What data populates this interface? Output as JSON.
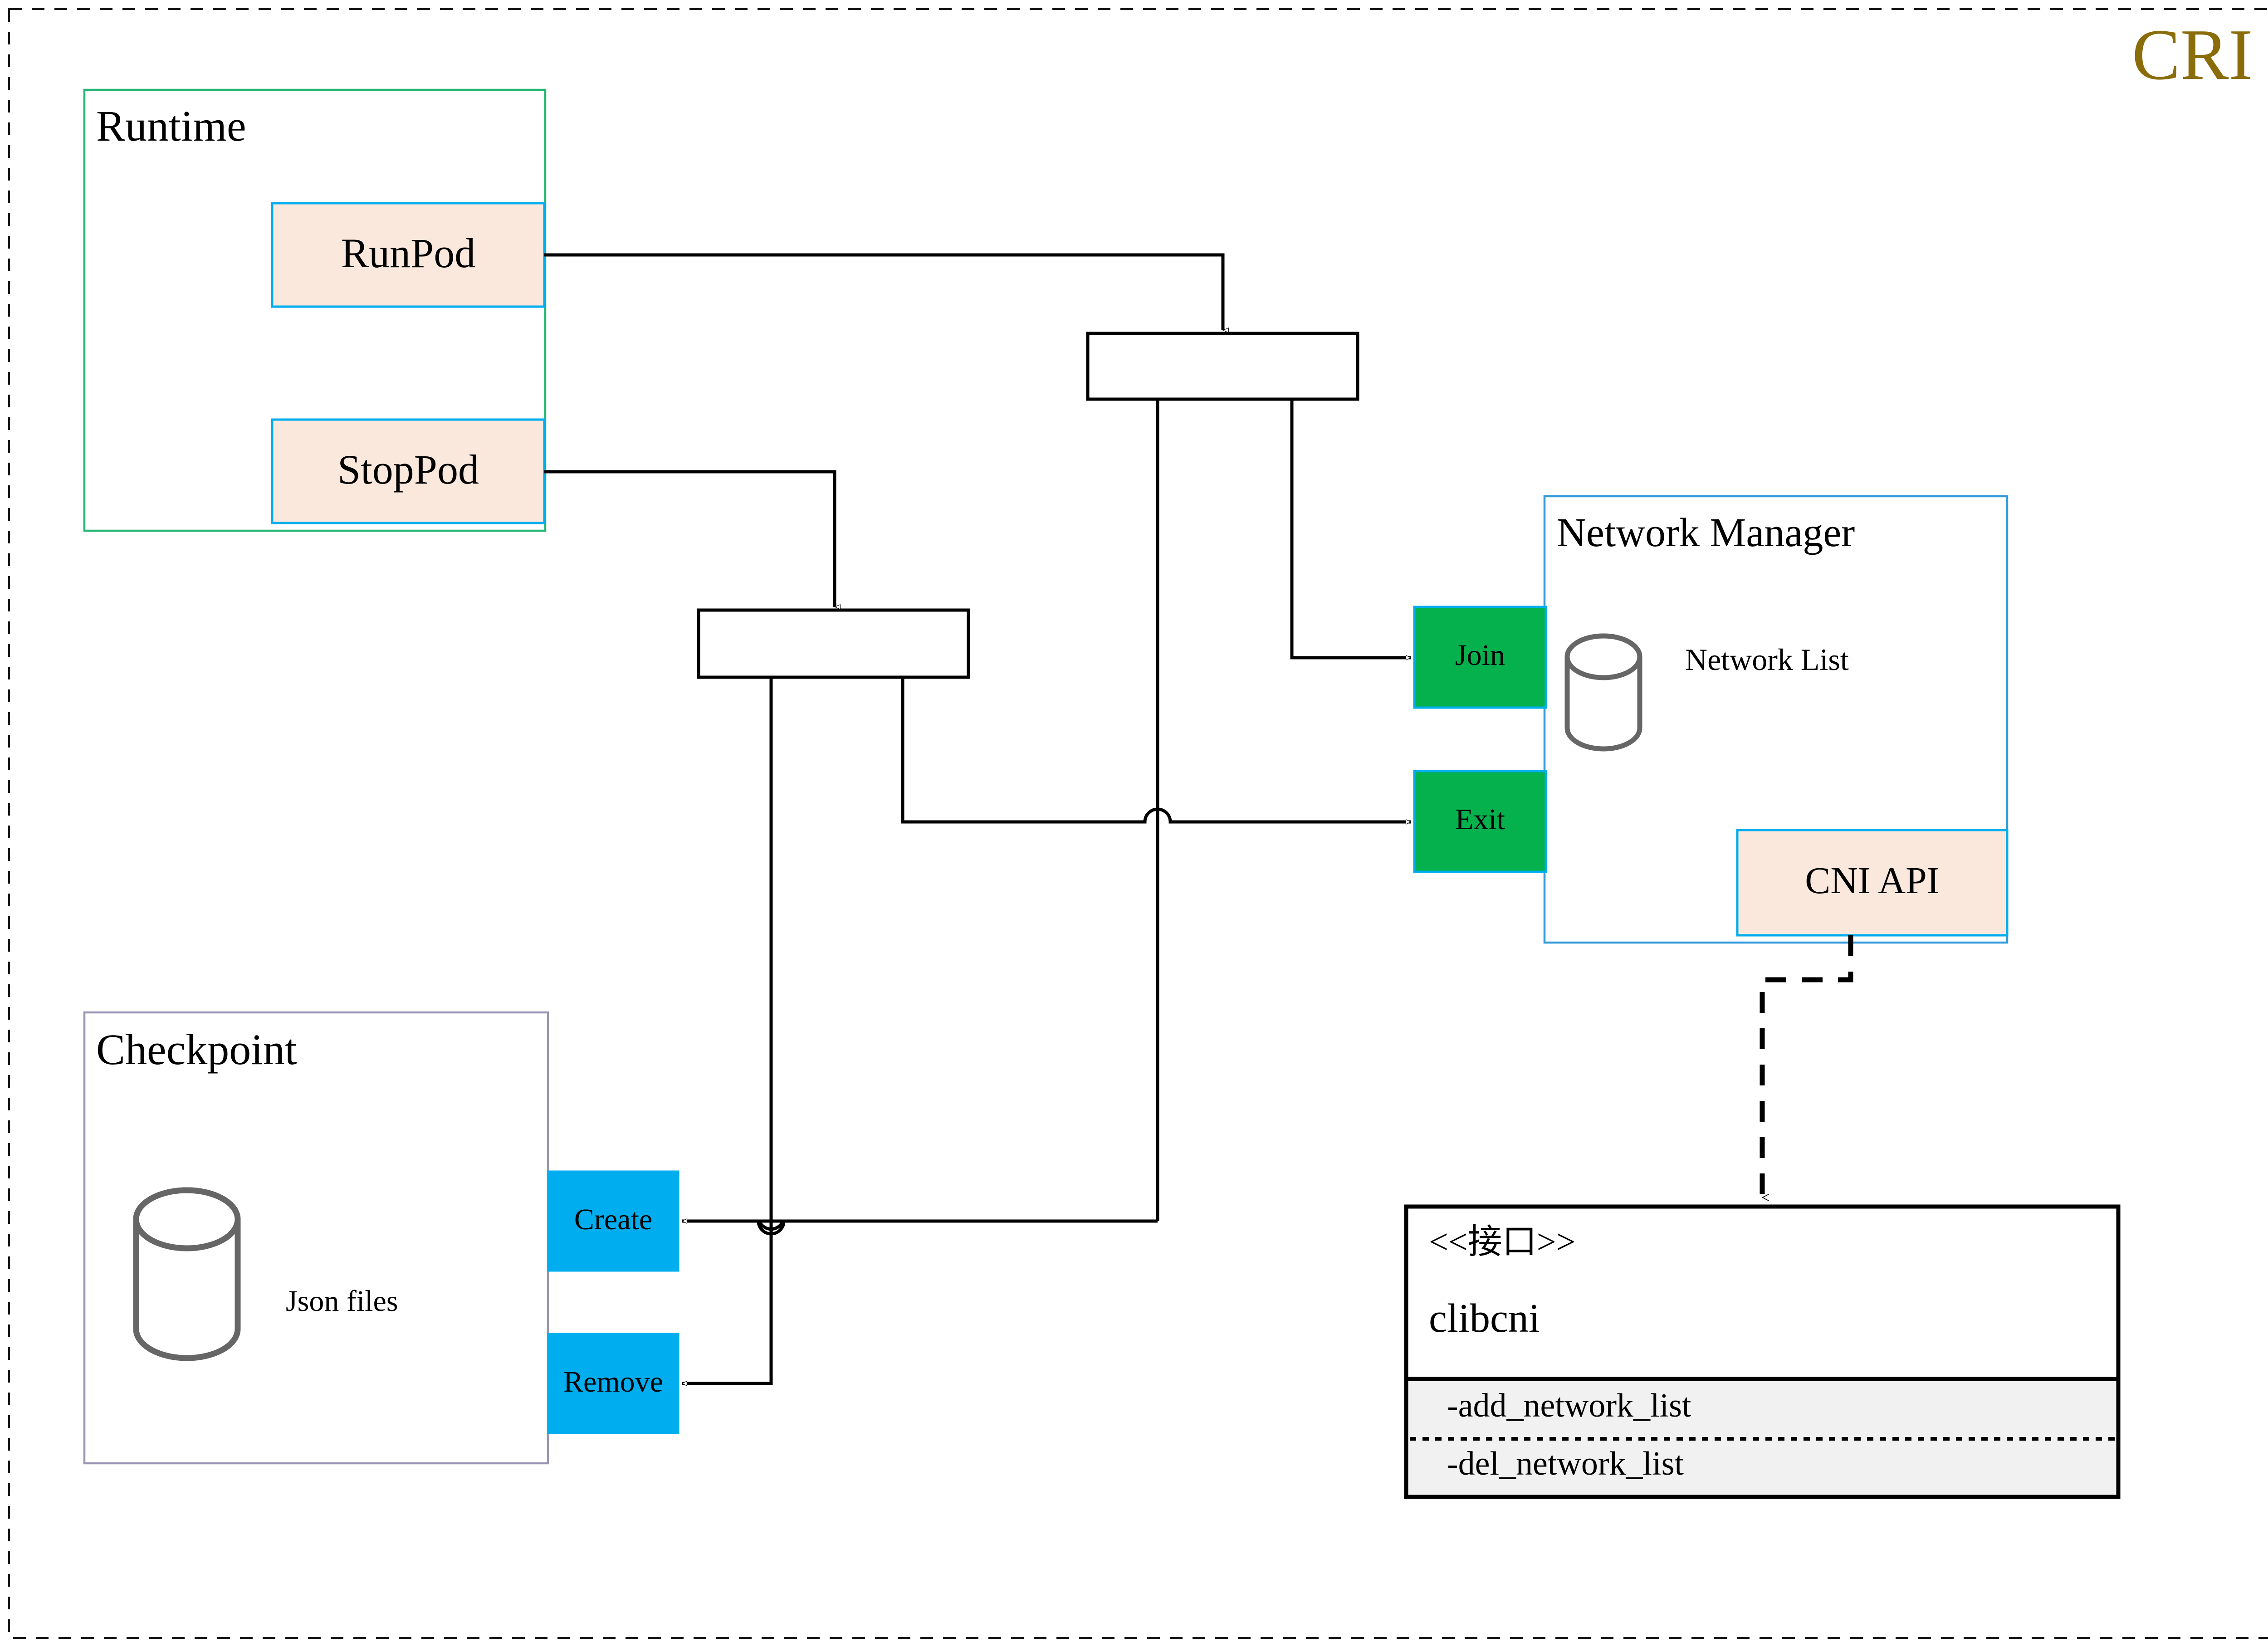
{
  "diagram": {
    "title": "CRI",
    "title_color": "#8a6d09",
    "frame": {
      "style": "dashed",
      "color": "#1a1a1a"
    },
    "palette": {
      "peach_fill": "#fbe8dc",
      "blue_border": "#00aeef",
      "green_fill": "#05b14d",
      "cyan_fill": "#00aeef",
      "runtime_border": "#22b573",
      "checkpoint_border": "#9a95b5",
      "nm_border": "#3399dd",
      "cylinder_stroke": "#666666",
      "iface_body_fill": "#f1f1f1",
      "line_color": "#000000"
    }
  },
  "runtime": {
    "title": "Runtime",
    "methods": [
      {
        "label": "RunPod"
      },
      {
        "label": "StopPod"
      }
    ]
  },
  "checkpoint": {
    "title": "Checkpoint",
    "store_label": "Json files",
    "actions": [
      {
        "label": "Create"
      },
      {
        "label": "Remove"
      }
    ]
  },
  "network_manager": {
    "title": "Network Manager",
    "store_label": "Network List",
    "ports": [
      {
        "label": "Join"
      },
      {
        "label": "Exit"
      }
    ],
    "api_box": {
      "label": "CNI API"
    }
  },
  "clibcni": {
    "stereotype": "<<接口>>",
    "name": "clibcni",
    "operations": [
      {
        "label": "-add_network_list"
      },
      {
        "label": "-del_network_list"
      }
    ]
  }
}
